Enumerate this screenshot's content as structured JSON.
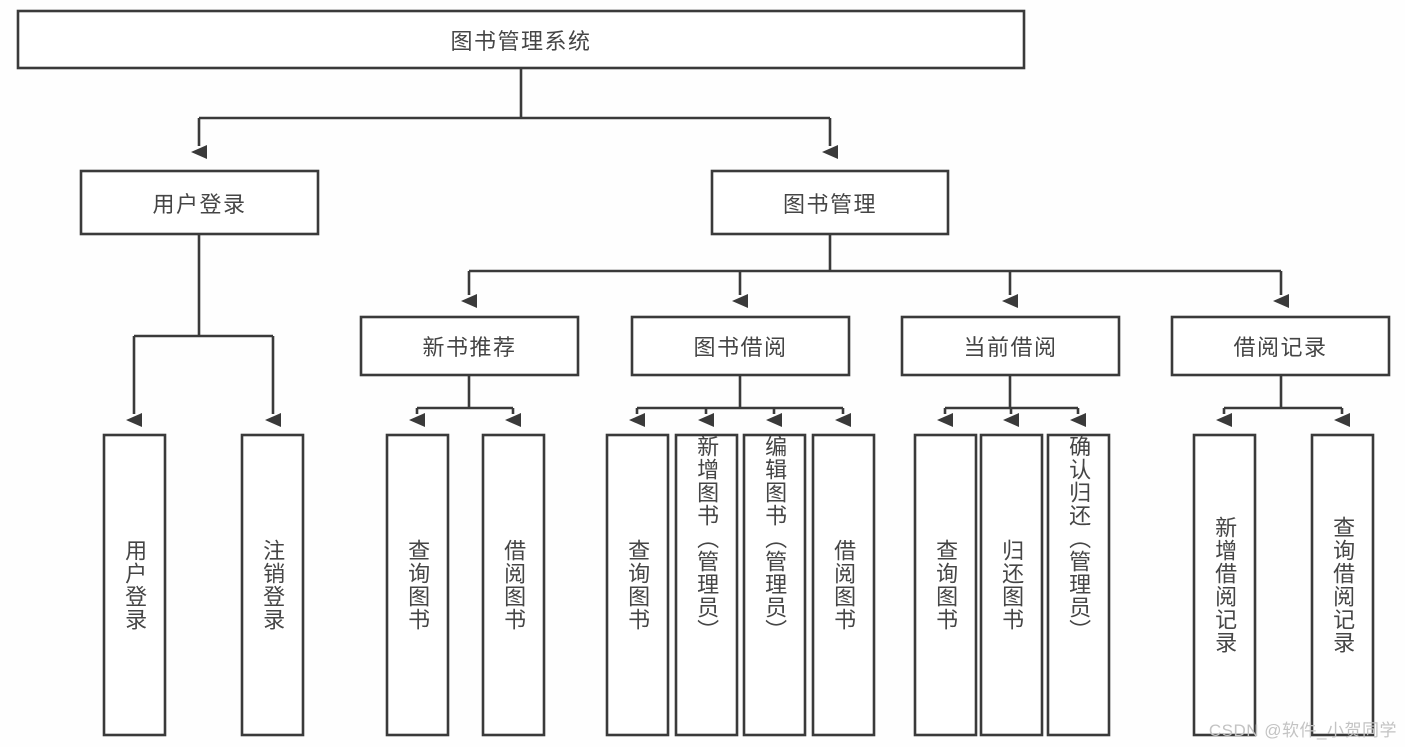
{
  "diagram": {
    "title": "图书管理系统",
    "type": "tree-hierarchy",
    "root": {
      "label": "图书管理系统"
    },
    "level1": [
      {
        "label": "用户登录"
      },
      {
        "label": "图书管理"
      }
    ],
    "level2": [
      {
        "label": "新书推荐",
        "parent": "图书管理"
      },
      {
        "label": "图书借阅",
        "parent": "图书管理"
      },
      {
        "label": "当前借阅",
        "parent": "图书管理"
      },
      {
        "label": "借阅记录",
        "parent": "图书管理"
      }
    ],
    "leaves": {
      "user_login": [
        {
          "label": "用户登录"
        },
        {
          "label": "注销登录"
        }
      ],
      "new_book_recommend": [
        {
          "label": "查询图书"
        },
        {
          "label": "借阅图书"
        }
      ],
      "book_borrow": [
        {
          "label": "查询图书"
        },
        {
          "label": "新增图书（管理员）"
        },
        {
          "label": "编辑图书（管理员）"
        },
        {
          "label": "借阅图书"
        }
      ],
      "current_borrow": [
        {
          "label": "查询图书"
        },
        {
          "label": "归还图书"
        },
        {
          "label": "确认归还（管理员）"
        }
      ],
      "borrow_record": [
        {
          "label": "新增借阅记录"
        },
        {
          "label": "查询借阅记录"
        }
      ]
    }
  },
  "watermark": {
    "text": "CSDN @软件_小贺同学"
  },
  "colors": {
    "stroke": "#3a3a3a",
    "text": "#454545",
    "background": "#ffffff",
    "watermark": "#c3c3c3"
  }
}
